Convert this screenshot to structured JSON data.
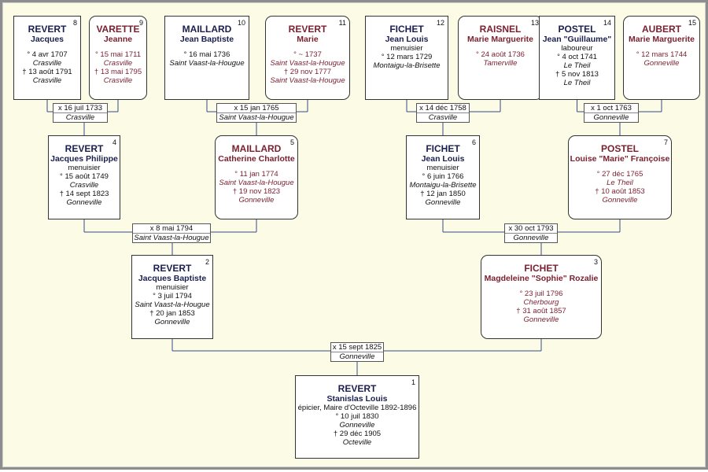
{
  "persons": {
    "p1": {
      "num": "1",
      "surname": "REVERT",
      "given": "Stanislas Louis",
      "occupation": "épicier, Maire d'Octeville 1892-1896",
      "birth": "° 10 juil 1830",
      "birth_place": "Gonneville",
      "death": "† 29 déc 1905",
      "death_place": "Octeville"
    },
    "p2": {
      "num": "2",
      "surname": "REVERT",
      "given": "Jacques Baptiste",
      "occupation": "menuisier",
      "birth": "° 3 juil 1794",
      "birth_place": "Saint Vaast-la-Hougue",
      "death": "† 20 jan 1853",
      "death_place": "Gonneville"
    },
    "p3": {
      "num": "3",
      "surname": "FICHET",
      "given": "Magdeleine \"Sophie\" Rozalie",
      "birth": "° 23 juil 1796",
      "birth_place": "Cherbourg",
      "death": "† 31 août 1857",
      "death_place": "Gonneville"
    },
    "p4": {
      "num": "4",
      "surname": "REVERT",
      "given": "Jacques Philippe",
      "occupation": "menuisier",
      "birth": "° 15 août 1749",
      "birth_place": "Crasville",
      "death": "† 14 sept 1823",
      "death_place": "Gonneville"
    },
    "p5": {
      "num": "5",
      "surname": "MAILLARD",
      "given": "Catherine Charlotte",
      "birth": "° 11 jan 1774",
      "birth_place": "Saint Vaast-la-Hougue",
      "death": "† 19 nov 1823",
      "death_place": "Gonneville"
    },
    "p6": {
      "num": "6",
      "surname": "FICHET",
      "given": "Jean Louis",
      "occupation": "menuisier",
      "birth": "° 6 juin 1766",
      "birth_place": "Montaigu-la-Brisette",
      "death": "† 12 jan 1850",
      "death_place": "Gonneville"
    },
    "p7": {
      "num": "7",
      "surname": "POSTEL",
      "given": "Louise \"Marie\" Françoise",
      "birth": "° 27 déc 1765",
      "birth_place": "Le Theil",
      "death": "† 10 août 1853",
      "death_place": "Gonneville"
    },
    "p8": {
      "num": "8",
      "surname": "REVERT",
      "given": "Jacques",
      "birth": "° 4 avr 1707",
      "birth_place": "Crasville",
      "death": "† 13 août 1791",
      "death_place": "Crasville"
    },
    "p9": {
      "num": "9",
      "surname": "VARETTE",
      "given": "Jeanne",
      "birth": "° 15 mai 1711",
      "birth_place": "Crasville",
      "death": "† 13 mai 1795",
      "death_place": "Crasville"
    },
    "p10": {
      "num": "10",
      "surname": "MAILLARD",
      "given": "Jean Baptiste",
      "birth": "° 16 mai 1736",
      "birth_place": "Saint Vaast-la-Hougue"
    },
    "p11": {
      "num": "11",
      "surname": "REVERT",
      "given": "Marie",
      "birth": "° ~ 1737",
      "birth_place": "Saint Vaast-la-Hougue",
      "death": "† 29 nov 1777",
      "death_place": "Saint Vaast-la-Hougue"
    },
    "p12": {
      "num": "12",
      "surname": "FICHET",
      "given": "Jean Louis",
      "occupation": "menuisier",
      "birth": "° 12 mars 1729",
      "birth_place": "Montaigu-la-Brisette"
    },
    "p13": {
      "num": "13",
      "surname": "RAISNEL",
      "given": "Marie Marguerite",
      "birth": "° 24 août 1736",
      "birth_place": "Tamerville"
    },
    "p14": {
      "num": "14",
      "surname": "POSTEL",
      "given": "Jean \"Guillaume\"",
      "occupation": "laboureur",
      "birth": "° 4 oct 1741",
      "birth_place": "Le Theil",
      "death": "† 5 nov 1813",
      "death_place": "Le Theil"
    },
    "p15": {
      "num": "15",
      "surname": "AUBERT",
      "given": "Marie Marguerite",
      "birth": "° 12 mars 1744",
      "birth_place": "Gonneville"
    }
  },
  "marriages": {
    "m8": {
      "date": "x 16 juil 1733",
      "place": "Crasville"
    },
    "m10": {
      "date": "x 15 jan 1765",
      "place": "Saint Vaast-la-Hougue"
    },
    "m12": {
      "date": "x 14 déc 1758",
      "place": "Crasville"
    },
    "m14": {
      "date": "x 1 oct 1763",
      "place": "Gonneville"
    },
    "m4": {
      "date": "x 8 mai 1794",
      "place": "Saint Vaast-la-Hougue"
    },
    "m6": {
      "date": "x 30 oct 1793",
      "place": "Gonneville"
    },
    "m2": {
      "date": "x 15 sept 1825",
      "place": "Gonneville"
    }
  },
  "colors": {
    "background": "#fbfbe6",
    "male_name": "#1a1f4d",
    "female_name": "#7a1f2e",
    "line": "#3a4a8a"
  }
}
